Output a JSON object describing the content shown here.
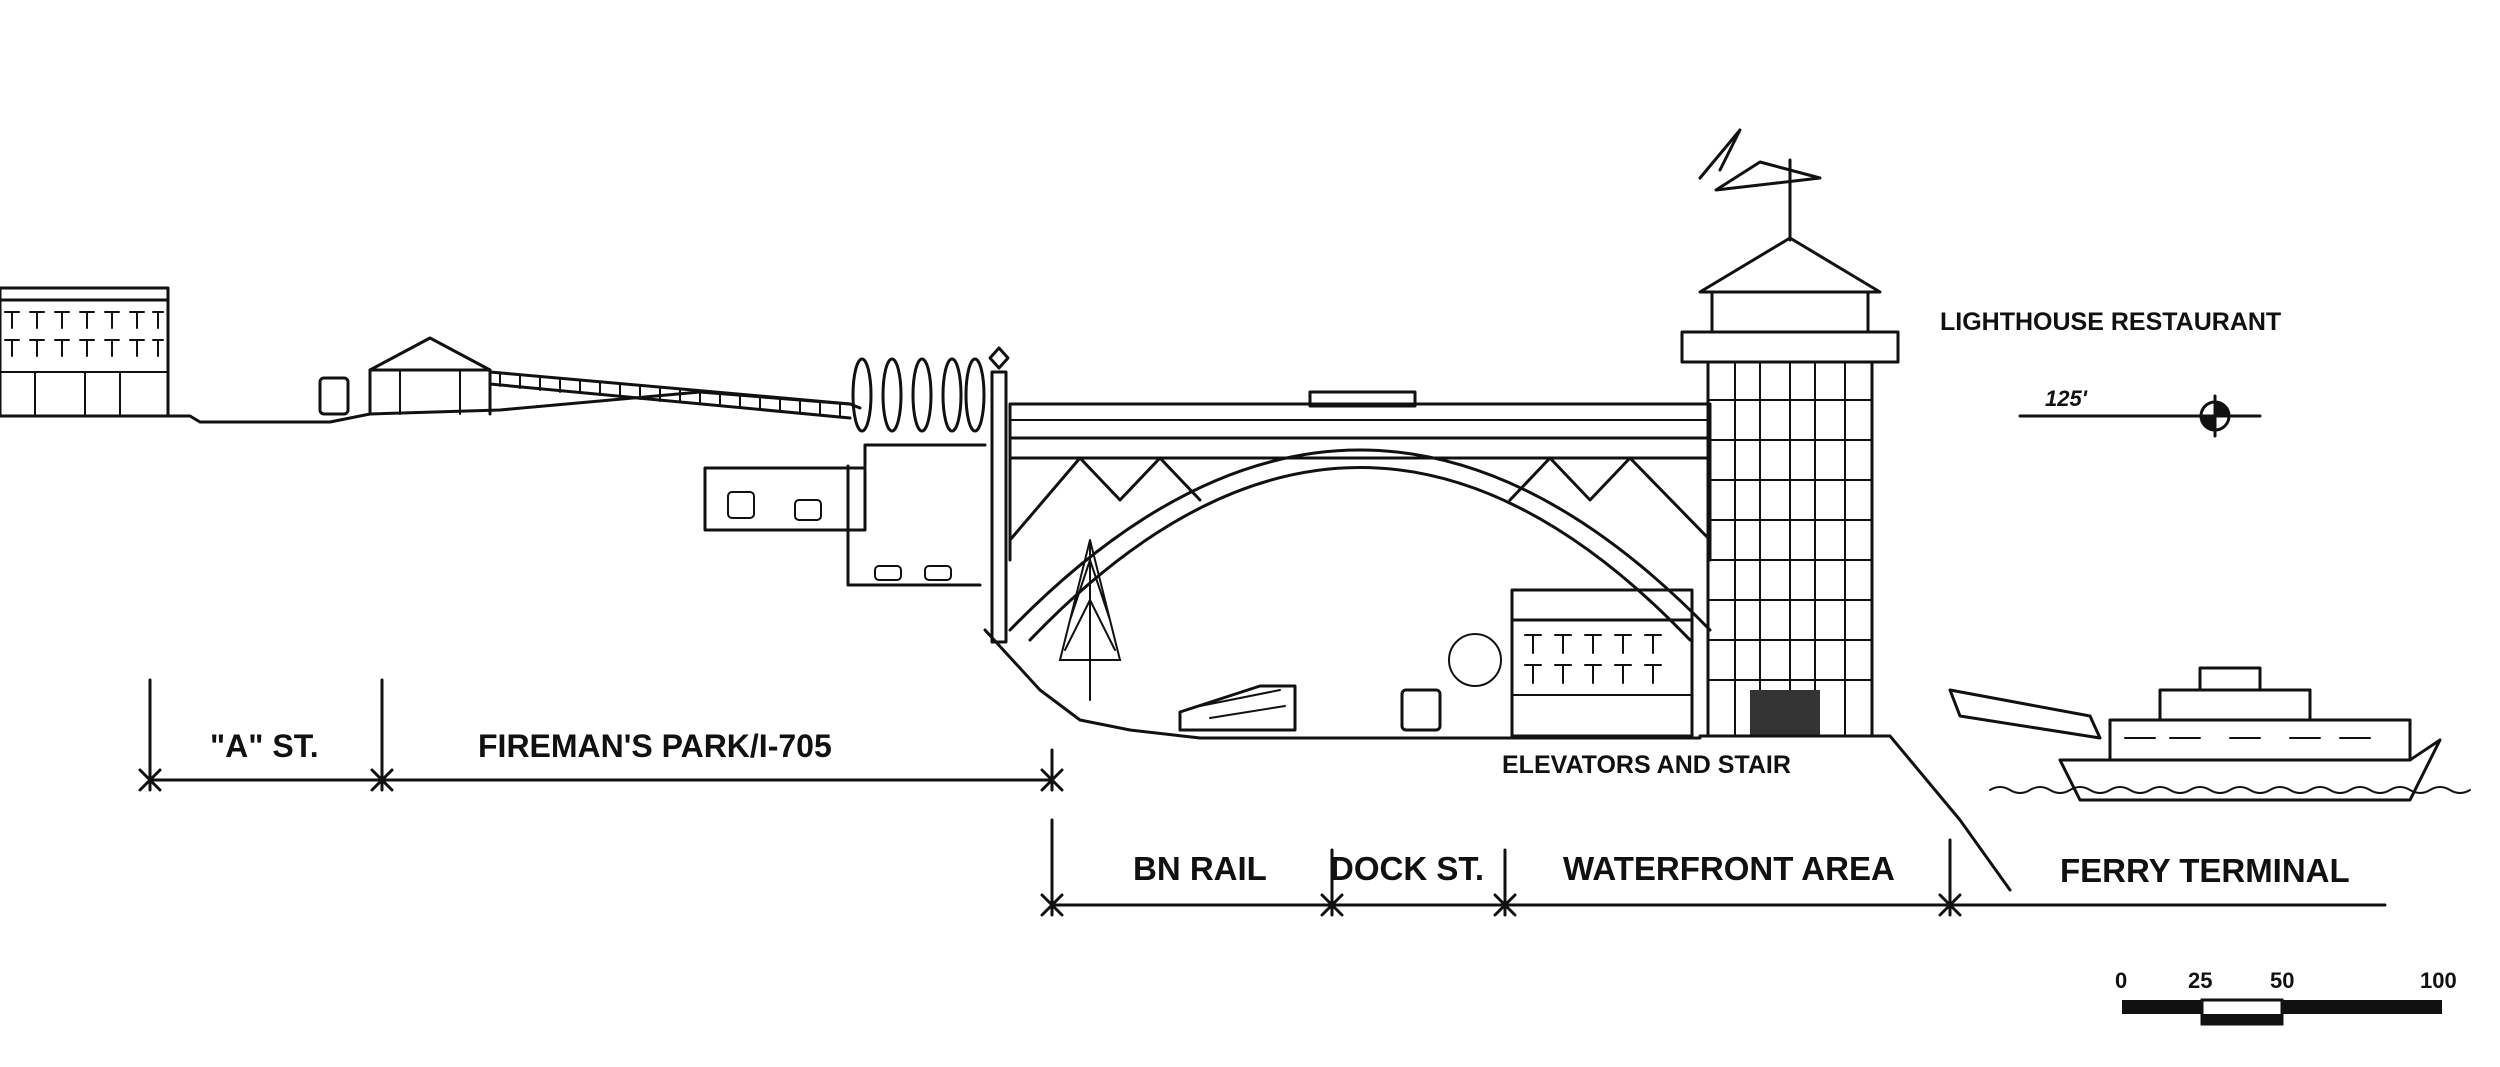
{
  "labels": {
    "lighthouse_restaurant": "LIGHTHOUSE RESTAURANT",
    "elevation": "125'",
    "a_st": "\"A\" ST.",
    "firemans_park": "FIREMAN'S PARK/I-705",
    "elevators_and_stair": "ELEVATORS AND STAIR",
    "bn_rail": "BN RAIL",
    "dock_st": "DOCK ST.",
    "waterfront_area": "WATERFRONT AREA",
    "ferry_terminal": "FERRY TERMINAL"
  },
  "scale_bar": {
    "ticks": [
      "0",
      "25",
      "50",
      "100"
    ]
  }
}
